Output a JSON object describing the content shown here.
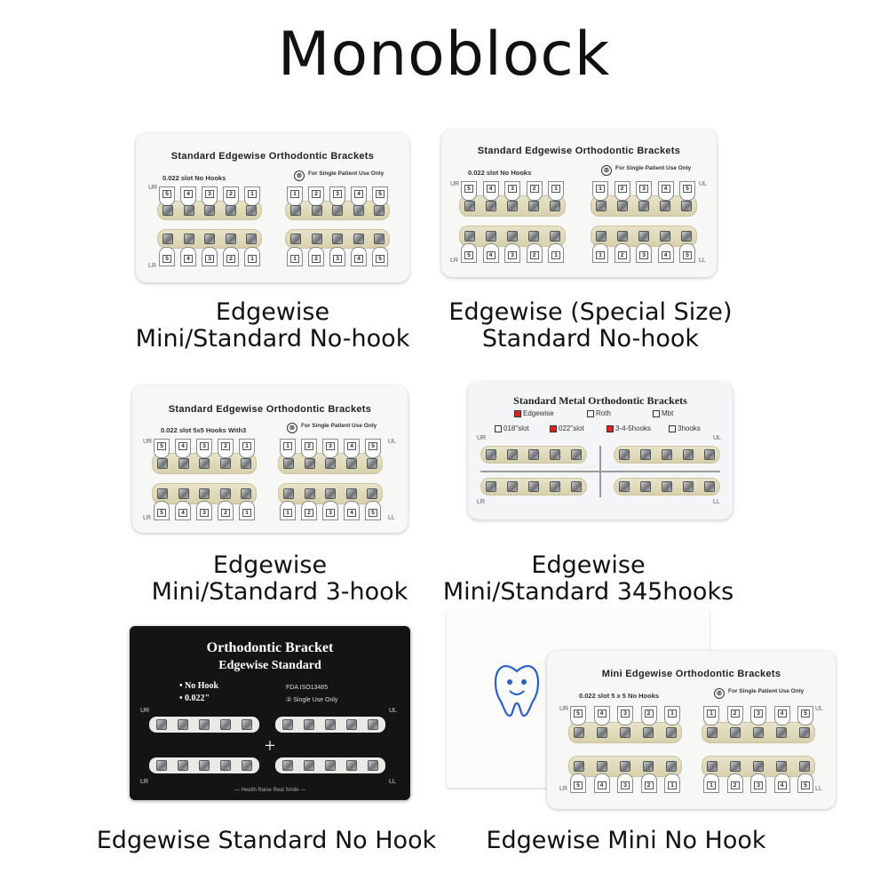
{
  "page_title": "Monoblock",
  "cards": {
    "c1": {
      "title": "Standard Edgewise Orthodontic Brackets",
      "slot": "0.022 slot  No Hooks",
      "patient": "For Single Patient Use Only",
      "caption_line1": "Edgewise",
      "caption_line2": "Mini/Standard No-hook"
    },
    "c2": {
      "title": "Standard Edgewise Orthodontic Brackets",
      "slot": "0.022 slot  No Hooks",
      "patient": "For Single Patient Use Only",
      "caption_line1": "Edgewise (Special Size)",
      "caption_line2": "Standard No-hook"
    },
    "c3": {
      "title": "Standard Edgewise Orthodontic Brackets",
      "slot": "0.022 slot 5x5 Hooks With3",
      "patient": "For Single Patient Use Only",
      "caption_line1": "Edgewise",
      "caption_line2": "Mini/Standard 3-hook"
    },
    "c4": {
      "title": "Standard Metal Orthodontic Brackets",
      "opt_edgewise": "Edgewise",
      "opt_roth": "Roth",
      "opt_mbt": "Mbt",
      "opt_018": "018\"slot",
      "opt_022": "022\"slot",
      "opt_345": "3-4-5hooks",
      "opt_3": "3hooks",
      "caption_line1": "Edgewise",
      "caption_line2": "Mini/Standard 345hooks"
    },
    "c5": {
      "title1": "Orthodontic Bracket",
      "title2": "Edgewise Standard",
      "no_hook": "• No Hook",
      "slot": "• 0.022\"",
      "fda": "FDA ISO13485",
      "single": "② Single Use Only",
      "footer": "— Health Raise Real Smile —",
      "caption": "Edgewise Standard No Hook"
    },
    "c6": {
      "title": "Mini  Edgewise  Orthodontic  Brackets",
      "slot": "0.022 slot  5 x 5 No Hooks",
      "patient": "For Single Patient Use Only",
      "caption": "Edgewise Mini No Hook"
    }
  },
  "quadrants": {
    "ur": "UR",
    "ul": "UL",
    "lr": "LR",
    "ll": "LL"
  },
  "no_reuse_symbol": "⊗",
  "tooth_numbers_right": [
    "5",
    "4",
    "3",
    "2",
    "1"
  ],
  "tooth_numbers_left": [
    "1",
    "2",
    "3",
    "4",
    "5"
  ]
}
